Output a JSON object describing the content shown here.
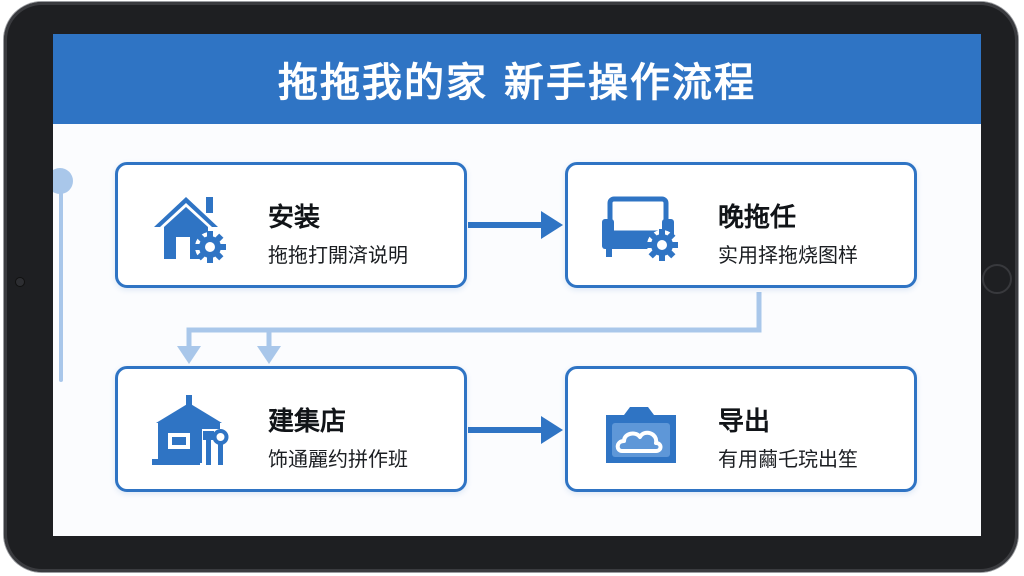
{
  "title": "拖拖我的家 新手操作流程",
  "steps": [
    {
      "title": "安装",
      "desc": "拖拖打開済说明",
      "icon": "house-gear-icon"
    },
    {
      "title": "晚拖任",
      "desc": "实用择拖烧图样",
      "icon": "sofa-gear-icon"
    },
    {
      "title": "建集店",
      "desc": "饰通麗约拼作班",
      "icon": "house-tools-icon"
    },
    {
      "title": "导出",
      "desc": "有用繭乇琓出笙",
      "icon": "cloud-folder-icon"
    }
  ],
  "colors": {
    "primary": "#2f74c4",
    "connector_light": "#a9c7ea",
    "device_frame": "#1e1f22"
  }
}
